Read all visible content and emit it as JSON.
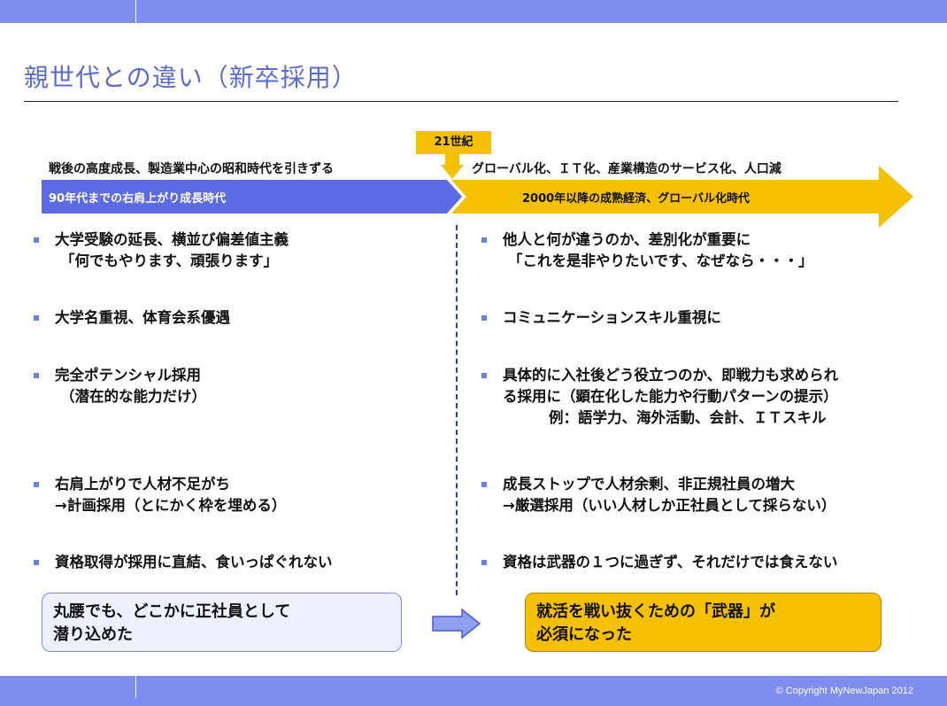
{
  "title": "親世代との違い（新卒採用）",
  "badge": "21世紀",
  "context": {
    "left": "戦後の高度成長、製造業中心の昭和時代を引きずる",
    "right": "グローバル化、ＩＴ化、産業構造のサービス化、人口減"
  },
  "bands": {
    "left": "90年代までの右肩上がり成長時代",
    "right": "2000年以降の成熟経済、グローバル化時代",
    "left_color": "#5a6be3",
    "right_color": "#f5c000"
  },
  "left_items": [
    {
      "lines": [
        "大学受験の延長、横並び偏差値主義",
        "「何でもやります、頑張ります」"
      ]
    },
    {
      "lines": [
        "大学名重視、体育会系優遇"
      ]
    },
    {
      "lines": [
        "完全ポテンシャル採用",
        "（潜在的な能力だけ）"
      ]
    },
    {
      "lines": [
        "右肩上がりで人材不足がち",
        "→計画採用（とにかく枠を埋める）"
      ]
    },
    {
      "lines": [
        "資格取得が採用に直結、食いっぱぐれない"
      ]
    }
  ],
  "right_items": [
    {
      "lines": [
        "他人と何が違うのか、差別化が重要に",
        "「これを是非やりたいです、なぜなら・・・」"
      ]
    },
    {
      "lines": [
        "コミュニケーションスキル重視に"
      ]
    },
    {
      "lines": [
        "具体的に入社後どう役立つのか、即戦力も求められ",
        "る採用に（顕在化した能力や行動パターンの提示）",
        "例：語学力、海外活動、会計、ＩＴスキル"
      ]
    },
    {
      "lines": [
        "成長ストップで人材余剰、非正規社員の増大",
        "→厳選採用（いい人材しか正社員として採らない）"
      ]
    },
    {
      "lines": [
        "資格は武器の１つに過ぎず、それだけでは食えない"
      ]
    }
  ],
  "conclusion": {
    "left": [
      "丸腰でも、どこかに正社員として",
      "潜り込めた"
    ],
    "right": [
      "就活を戦い抜くための「武器」が",
      "必須になった"
    ]
  },
  "copyright": "© Copyright MyNewJapan 2012",
  "colors": {
    "accent": "#7f8cf0",
    "title": "#5b6ad0",
    "highlight": "#f5c000"
  }
}
